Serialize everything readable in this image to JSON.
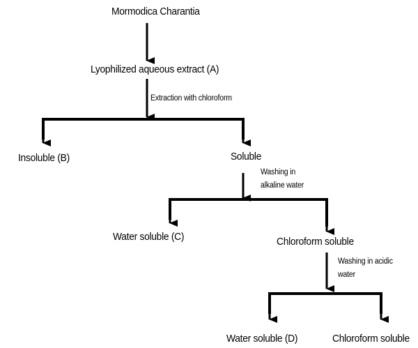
{
  "diagram": {
    "type": "flowchart",
    "nodes": {
      "root": "Mormodica Charantia",
      "extract_a": "Lyophilized aqueous extract (A)",
      "insoluble_b": "Insoluble (B)",
      "soluble": "Soluble",
      "water_soluble_c": "Water soluble (C)",
      "chloroform_soluble_1": "Chloroform soluble",
      "water_soluble_d": "Water soluble (D)",
      "chloroform_soluble_2": "Chloroform soluble"
    },
    "steps": {
      "extraction": "Extraction with chloroform",
      "alkaline_line1": "Washing in",
      "alkaline_line2": "alkaline water",
      "acidic_line1": "Washing in acidic",
      "acidic_line2": "water"
    },
    "edges": [
      {
        "from": "root",
        "to": "extract_a"
      },
      {
        "from": "extract_a",
        "to": [
          "insoluble_b",
          "soluble"
        ],
        "label": "extraction"
      },
      {
        "from": "soluble",
        "to": [
          "water_soluble_c",
          "chloroform_soluble_1"
        ],
        "label": "alkaline"
      },
      {
        "from": "chloroform_soluble_1",
        "to": [
          "water_soluble_d",
          "chloroform_soluble_2"
        ],
        "label": "acidic"
      }
    ]
  }
}
